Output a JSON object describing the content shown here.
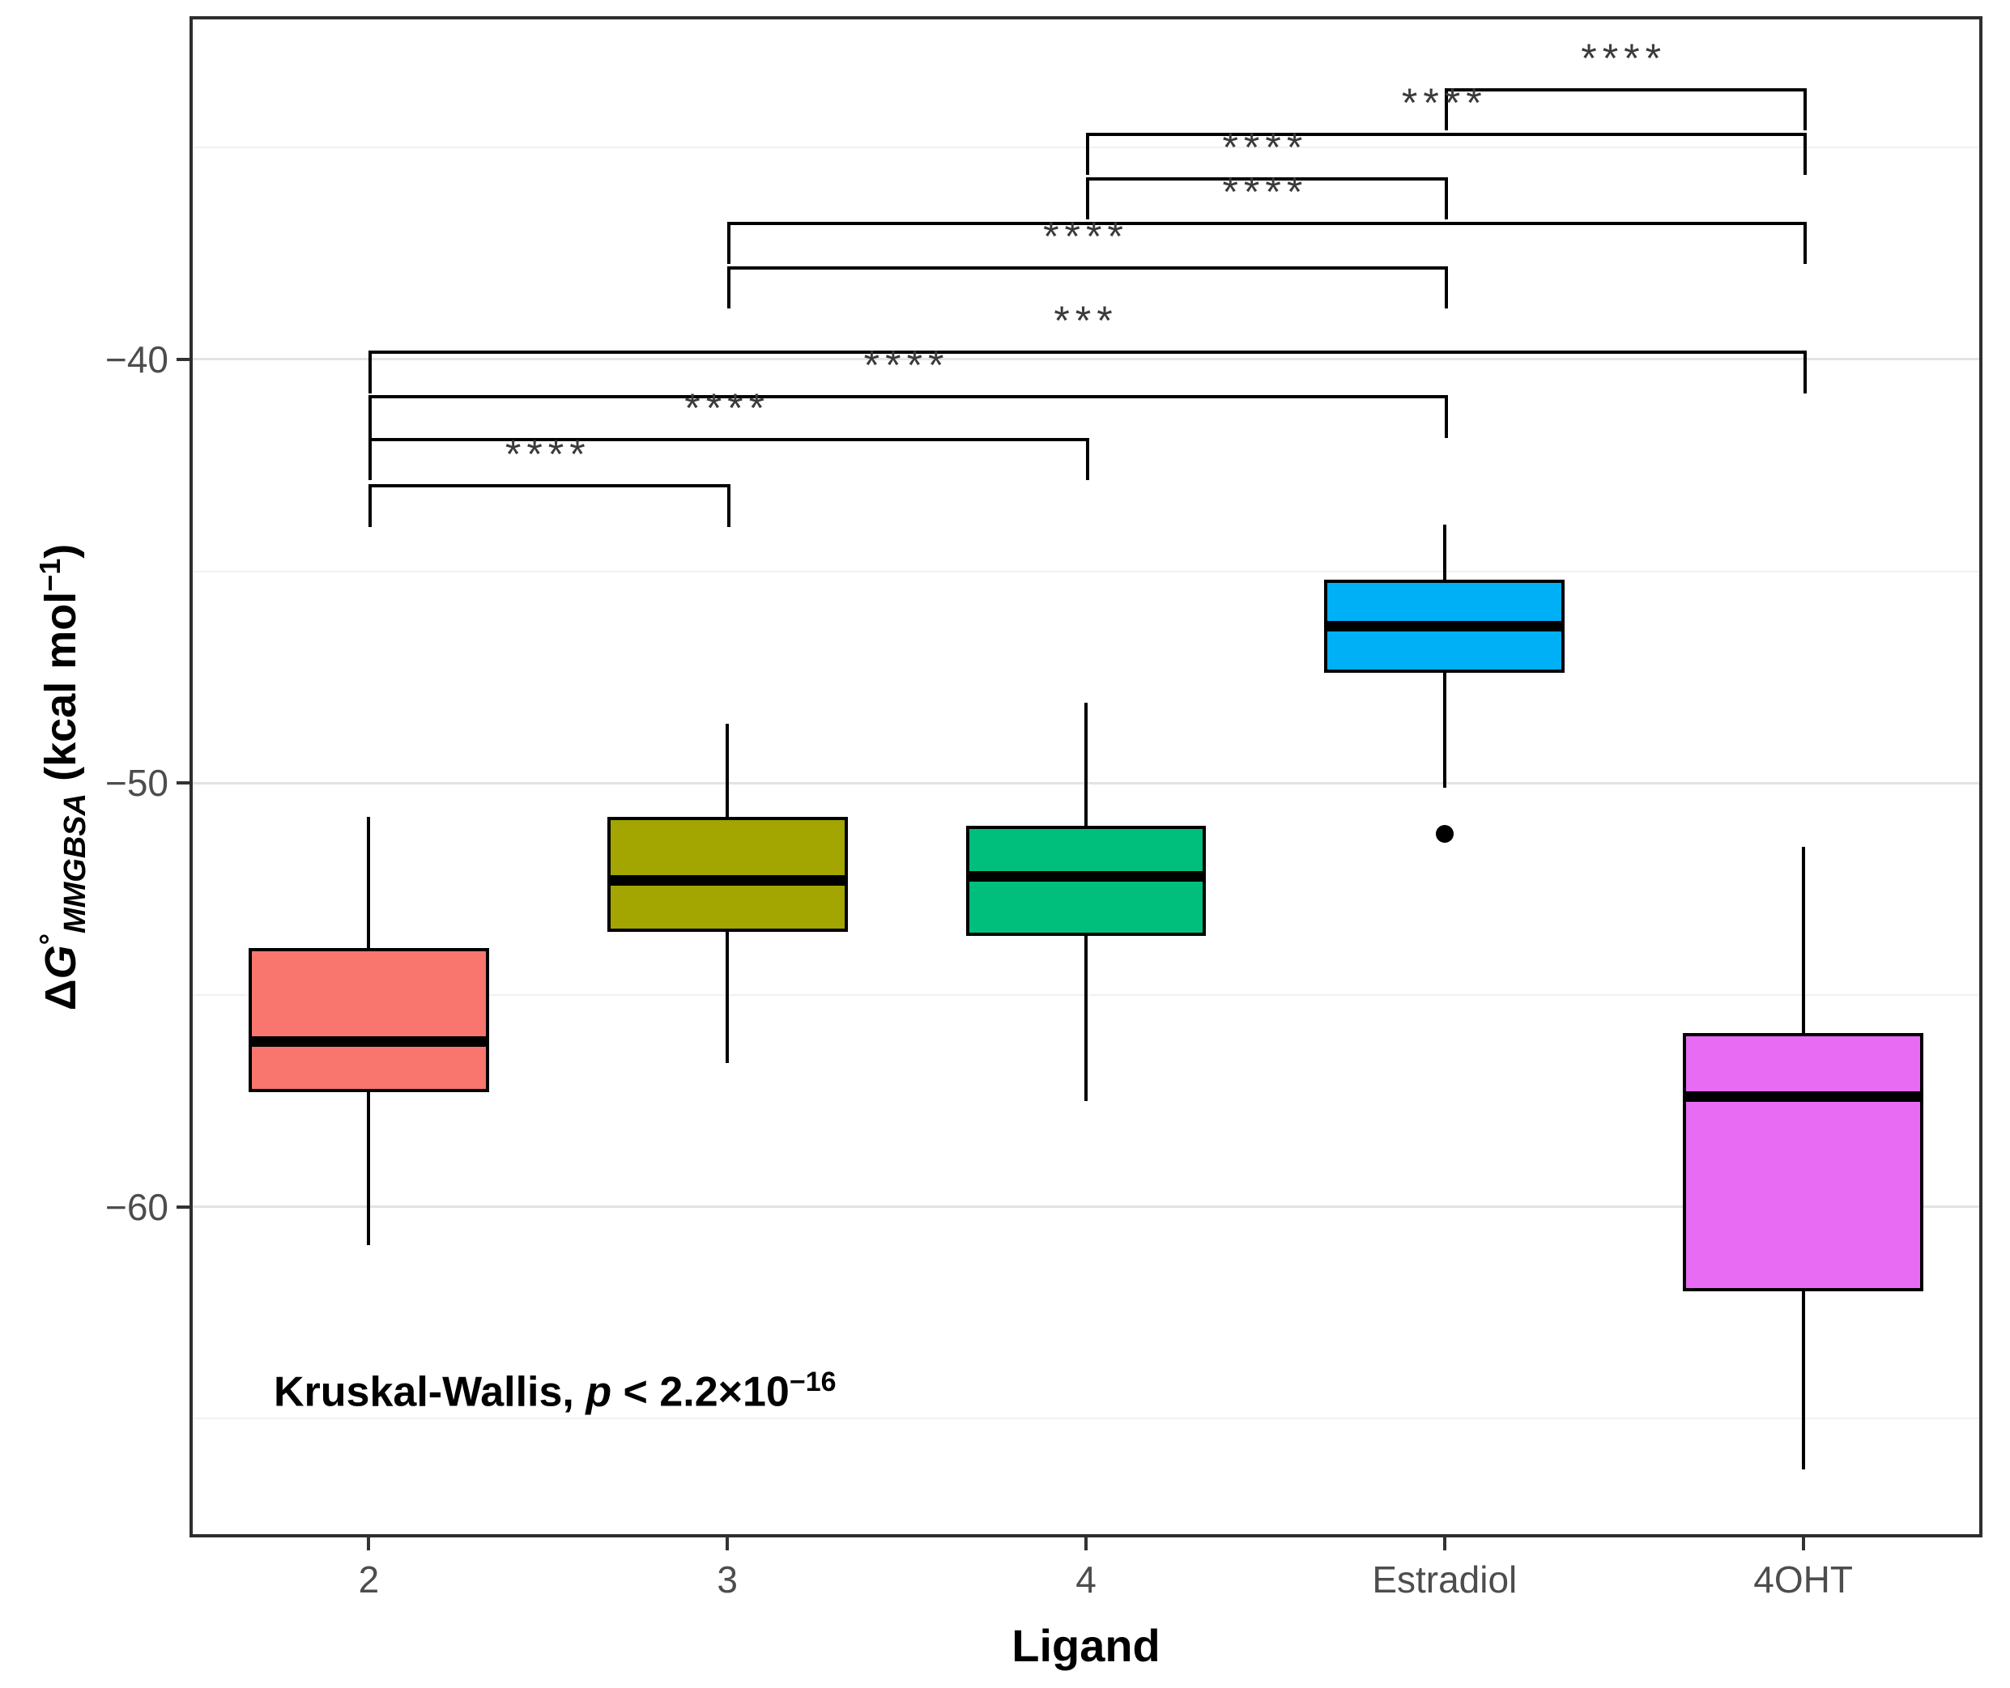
{
  "chart_data": {
    "type": "boxplot",
    "title": "",
    "xlabel": "Ligand",
    "ylabel": "ΔG°MMGBSA (kcal mol−1)",
    "categories": [
      "2",
      "3",
      "4",
      "Estradiol",
      "4OHT"
    ],
    "y_ticks": [
      -40,
      -50,
      -60
    ],
    "y_tick_labels": [
      "−40",
      "−50",
      "−60"
    ],
    "y_minor_gridlines": [
      -35,
      -45,
      -55,
      -65
    ],
    "ylim": [
      -67.8,
      -31.9
    ],
    "grid": true,
    "box_width_frac": 0.67,
    "series": [
      {
        "name": "2",
        "color": "#F8766D",
        "whislo": -60.9,
        "q1": -57.3,
        "med": -56.1,
        "q3": -53.9,
        "whishi": -50.8,
        "outliers": []
      },
      {
        "name": "3",
        "color": "#A3A500",
        "whislo": -56.6,
        "q1": -53.5,
        "med": -52.3,
        "q3": -50.8,
        "whishi": -48.6,
        "outliers": []
      },
      {
        "name": "4",
        "color": "#00BF7D",
        "whislo": -57.5,
        "q1": -53.6,
        "med": -52.2,
        "q3": -51.0,
        "whishi": -48.1,
        "outliers": []
      },
      {
        "name": "Estradiol",
        "color": "#00B0F6",
        "whislo": -50.1,
        "q1": -47.4,
        "med": -46.3,
        "q3": -45.2,
        "whishi": -43.9,
        "outliers": [
          -51.2
        ]
      },
      {
        "name": "4OHT",
        "color": "#E76BF3",
        "whislo": -66.2,
        "q1": -62.0,
        "med": -57.4,
        "q3": -55.9,
        "whishi": -51.5,
        "outliers": []
      }
    ],
    "comparisons": [
      {
        "group1": "Estradiol",
        "group2": "4OHT",
        "label": "****",
        "y": -33.6
      },
      {
        "group1": "4",
        "group2": "4OHT",
        "label": "****",
        "y": -34.65
      },
      {
        "group1": "4",
        "group2": "Estradiol",
        "label": "****",
        "y": -35.7
      },
      {
        "group1": "3",
        "group2": "4OHT",
        "label": "****",
        "y": -36.75
      },
      {
        "group1": "3",
        "group2": "Estradiol",
        "label": "****",
        "y": -37.8
      },
      {
        "group1": "2",
        "group2": "4OHT",
        "label": "***",
        "y": -39.8
      },
      {
        "group1": "2",
        "group2": "Estradiol",
        "label": "****",
        "y": -40.85
      },
      {
        "group1": "2",
        "group2": "4",
        "label": "****",
        "y": -41.85
      },
      {
        "group1": "2",
        "group2": "3",
        "label": "****",
        "y": -42.95
      }
    ],
    "tip_length": 1.0,
    "annotation": {
      "k1": "Kruskal-Wallis, ",
      "k2": "p",
      "k3": " < 2.2",
      "k4": "×10",
      "k5": "−16"
    },
    "ylabel_parts": {
      "delta": "Δ",
      "g": "G",
      "degree": "°",
      "sub": "MMGBSA",
      "unit": " (kcal mol",
      "unit_exp": "−1",
      "unit_close": ")"
    }
  },
  "colors": {
    "grid_major": "#e3e3e3",
    "grid_minor": "#f1f1f1",
    "frame": "#2e2e2e",
    "tick": "#333333",
    "tick_label": "#4d4d4d",
    "sig_label": "#3a3a3a",
    "box_border": "#000000",
    "median": "#000000"
  }
}
